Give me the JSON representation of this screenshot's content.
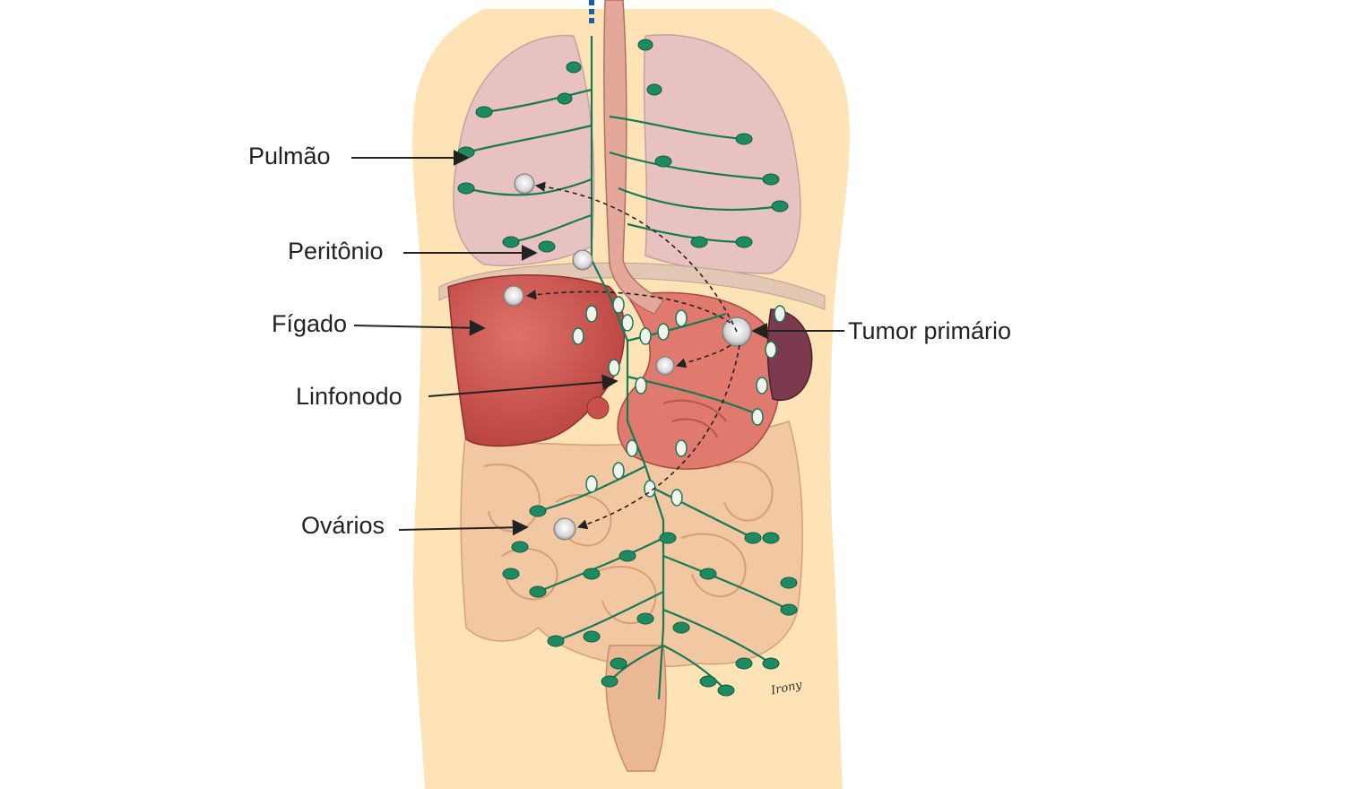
{
  "labels": {
    "pulmao": "Pulmão",
    "peritonio": "Peritônio",
    "figado": "Fígado",
    "linfonodo": "Linfonodo",
    "ovarios": "Ovários",
    "tumor_primario": "Tumor primário"
  },
  "signature": "Irony",
  "colors": {
    "background": "#ffffff",
    "skin": "#fde3b6",
    "lung": "#e8c2c0",
    "liver": "#c9514c",
    "stomach": "#e07a6e",
    "intestine": "#f1c8a2",
    "spleen": "#7b3a4e",
    "lymph_vessel": "#177a55",
    "lymph_node": "#1e8a61",
    "metastasis": "#e9e9ea",
    "arrow": "#222222"
  }
}
